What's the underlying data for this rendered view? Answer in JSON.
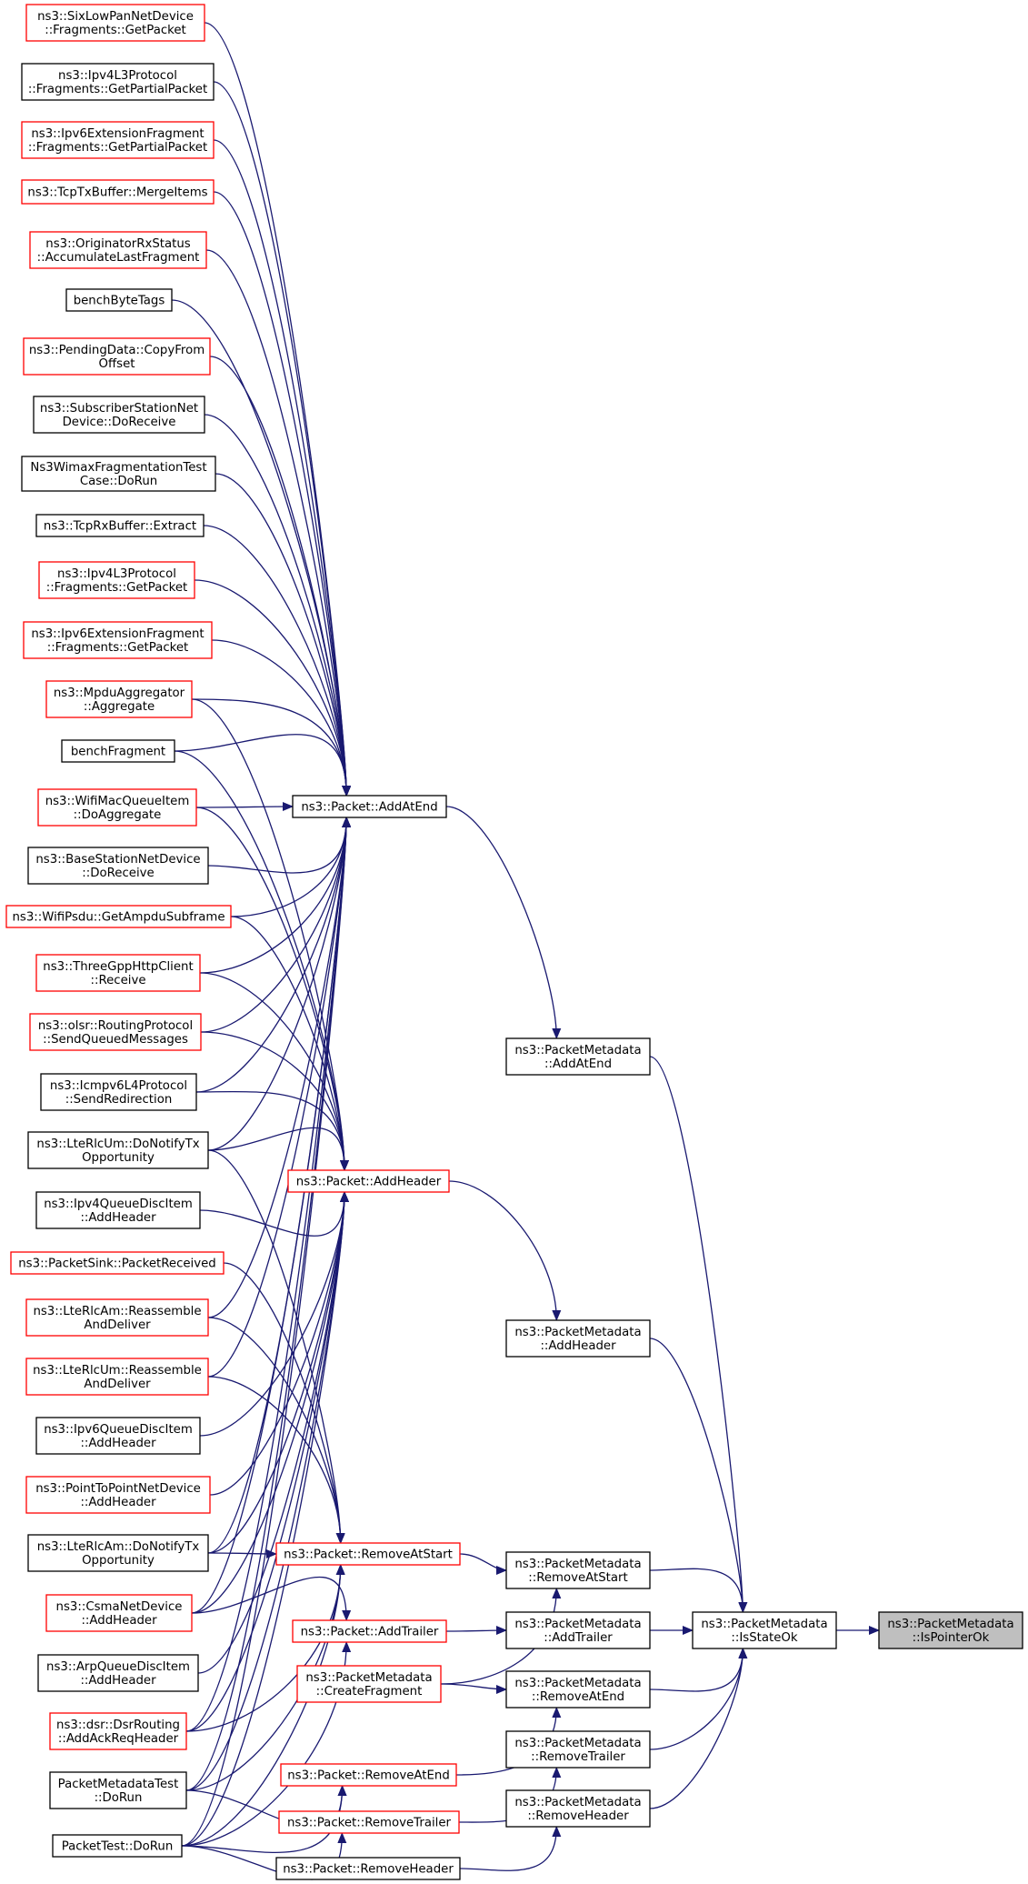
{
  "colors": {
    "edge": "#191970",
    "link_border": "#ff0000",
    "plain_border": "#000000",
    "focus_fill": "#bfbfbf"
  },
  "nodes": {
    "sixlowpan_getpacket": [
      "ns3::SixLowPanNetDevice",
      "::Fragments::GetPacket"
    ],
    "ipv4_getpartialpacket": [
      "ns3::Ipv4L3Protocol",
      "::Fragments::GetPartialPacket"
    ],
    "ipv6ext_getpartialpacket": [
      "ns3::Ipv6ExtensionFragment",
      "::Fragments::GetPartialPacket"
    ],
    "tcptxbuffer_mergeitems": [
      "ns3::TcpTxBuffer::MergeItems"
    ],
    "originatorrx_accumulate": [
      "ns3::OriginatorRxStatus",
      "::AccumulateLastFragment"
    ],
    "benchbytetags": [
      "benchByteTags"
    ],
    "pendingdata_copyfromoffset": [
      "ns3::PendingData::CopyFrom",
      "Offset"
    ],
    "subscriberstation_doreceive": [
      "ns3::SubscriberStationNet",
      "Device::DoReceive"
    ],
    "wimaxfragtest_dorun": [
      "Ns3WimaxFragmentationTest",
      "Case::DoRun"
    ],
    "tcprxbuffer_extract": [
      "ns3::TcpRxBuffer::Extract"
    ],
    "ipv4_fragments_getpacket": [
      "ns3::Ipv4L3Protocol",
      "::Fragments::GetPacket"
    ],
    "ipv6ext_fragments_getpacket": [
      "ns3::Ipv6ExtensionFragment",
      "::Fragments::GetPacket"
    ],
    "mpduaggregator_aggregate": [
      "ns3::MpduAggregator",
      "::Aggregate"
    ],
    "benchfragment": [
      "benchFragment"
    ],
    "wifimacqueueitem_doaggregate": [
      "ns3::WifiMacQueueItem",
      "::DoAggregate"
    ],
    "basestation_doreceive": [
      "ns3::BaseStationNetDevice",
      "::DoReceive"
    ],
    "wifipsdu_getampdusubframe": [
      "ns3::WifiPsdu::GetAmpduSubframe"
    ],
    "threegpphttpclient_receive": [
      "ns3::ThreeGppHttpClient",
      "::Receive"
    ],
    "olsr_sendqueuedmessages": [
      "ns3::olsr::RoutingProtocol",
      "::SendQueuedMessages"
    ],
    "icmpv6l4_sendredirection": [
      "ns3::Icmpv6L4Protocol",
      "::SendRedirection"
    ],
    "lterlcum_donotifytx": [
      "ns3::LteRlcUm::DoNotifyTx",
      "Opportunity"
    ],
    "ipv4queuediscitem_addheader": [
      "ns3::Ipv4QueueDiscItem",
      "::AddHeader"
    ],
    "packetsink_packetreceived": [
      "ns3::PacketSink::PacketReceived"
    ],
    "lterlcam_reassemble": [
      "ns3::LteRlcAm::Reassemble",
      "AndDeliver"
    ],
    "lterlcum_reassemble": [
      "ns3::LteRlcUm::Reassemble",
      "AndDeliver"
    ],
    "ipv6queuediscitem_addheader": [
      "ns3::Ipv6QueueDiscItem",
      "::AddHeader"
    ],
    "pointtopoint_addheader": [
      "ns3::PointToPointNetDevice",
      "::AddHeader"
    ],
    "lterlcam_donotifytx": [
      "ns3::LteRlcAm::DoNotifyTx",
      "Opportunity"
    ],
    "csmanetdevice_addheader": [
      "ns3::CsmaNetDevice",
      "::AddHeader"
    ],
    "arpqueuediscitem_addheader": [
      "ns3::ArpQueueDiscItem",
      "::AddHeader"
    ],
    "dsrrouting_addackreqheader": [
      "ns3::dsr::DsrRouting",
      "::AddAckReqHeader"
    ],
    "packetmetadatatest_dorun": [
      "PacketMetadataTest",
      "::DoRun"
    ],
    "packettest_dorun": [
      "PacketTest::DoRun"
    ],
    "packet_addatend": [
      "ns3::Packet::AddAtEnd"
    ],
    "packet_addheader": [
      "ns3::Packet::AddHeader"
    ],
    "packet_removeatstart": [
      "ns3::Packet::RemoveAtStart"
    ],
    "packet_addtrailer": [
      "ns3::Packet::AddTrailer"
    ],
    "packetmetadata_createfragment": [
      "ns3::PacketMetadata",
      "::CreateFragment"
    ],
    "packet_removeatend": [
      "ns3::Packet::RemoveAtEnd"
    ],
    "packet_removetrailer": [
      "ns3::Packet::RemoveTrailer"
    ],
    "packet_removeheader": [
      "ns3::Packet::RemoveHeader"
    ],
    "packetmetadata_addatend": [
      "ns3::PacketMetadata",
      "::AddAtEnd"
    ],
    "packetmetadata_addheader": [
      "ns3::PacketMetadata",
      "::AddHeader"
    ],
    "packetmetadata_removeatstart": [
      "ns3::PacketMetadata",
      "::RemoveAtStart"
    ],
    "packetmetadata_addtrailer": [
      "ns3::PacketMetadata",
      "::AddTrailer"
    ],
    "packetmetadata_removeatend": [
      "ns3::PacketMetadata",
      "::RemoveAtEnd"
    ],
    "packetmetadata_removetrailer": [
      "ns3::PacketMetadata",
      "::RemoveTrailer"
    ],
    "packetmetadata_removeheader": [
      "ns3::PacketMetadata",
      "::RemoveHeader"
    ],
    "packetmetadata_isstateok": [
      "ns3::PacketMetadata",
      "::IsStateOk"
    ],
    "packetmetadata_ispointerok": [
      "ns3::PacketMetadata",
      "::IsPointerOk"
    ]
  }
}
